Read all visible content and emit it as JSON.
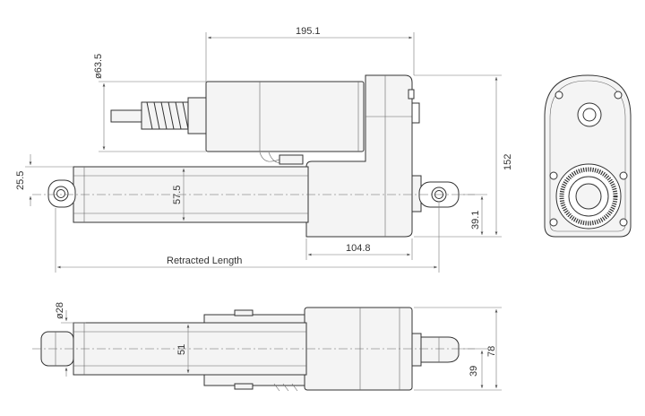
{
  "dimensions": {
    "overall_length_top": "195.1",
    "motor_diameter": "ø63.5",
    "height_total": "152",
    "tube_offset": "25.5",
    "tube_height": "57.5",
    "gearbox_width": "104.8",
    "rear_offset": "39.1",
    "retracted_label": "Retracted Length",
    "rod_diameter": "ø28",
    "tube_width_bottom": "51",
    "body_width_bottom": "78",
    "rear_offset_bottom": "39"
  },
  "colors": {
    "line": "#333333",
    "fill": "#f4f4f4",
    "dim": "#777777"
  }
}
